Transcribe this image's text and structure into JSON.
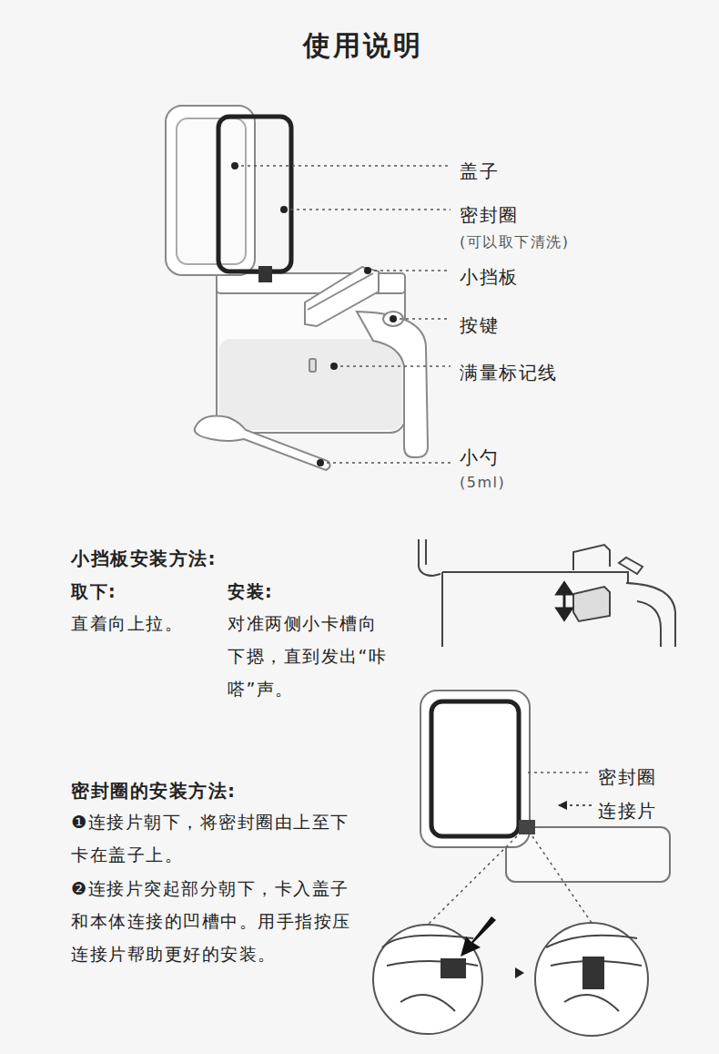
{
  "diagram": {
    "title": "使用说明",
    "labels": [
      "盖子",
      "密封圈",
      "(可以取下清洗)",
      "小挡板",
      "按键",
      "满量标记线",
      "小勺",
      "(5ml)",
      "小挡板安装方法:",
      "取下:",
      "安装:",
      "直着向上拉。",
      "对准两侧小卡槽向下摁，直到发出“咔嗒”声。",
      "密封圈的安装方法:",
      "❶连接片朝下，将密封圈由上至下卡在盖子上。",
      "❷连接片突起部分朝下，卡入盖子和本体连接的凹槽中。用手指按压连接片帮助更好的安装。",
      "密封圈",
      "连接片"
    ]
  }
}
